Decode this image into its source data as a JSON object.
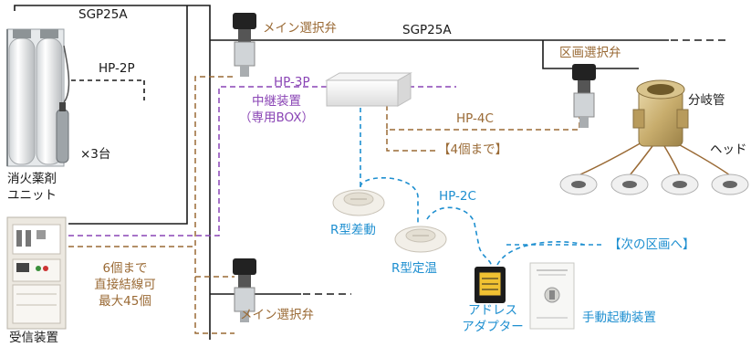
{
  "colors": {
    "black_line": "#1a1a1a",
    "brown_line": "#9a6a35",
    "purple_line": "#8a45b5",
    "blue_line": "#1e8fd0"
  },
  "labels": {
    "pipe_top_left": "SGP25A",
    "pipe_top_right": "SGP25A",
    "hp2p": "HP-2P",
    "hp3p": "HP-3P",
    "relay_device": "中継装置",
    "relay_box": "（専用BOX）",
    "main_valve_top": "メイン選択弁",
    "area_valve": "区画選択弁",
    "branch_pipe": "分岐管",
    "head": "ヘッド",
    "hp4c": "HP-4C",
    "max4": "【4個まで】",
    "times3": "×3台",
    "agent_unit_line1": "消火薬剤",
    "agent_unit_line2": "ユニット",
    "hp2c": "HP-2C",
    "r_diff": "R型差動",
    "r_fixed": "R型定温",
    "next_area": "【次の区画へ】",
    "direct_line1": "6個まで",
    "direct_line2": "直接結線可",
    "direct_line3": "最大45個",
    "main_valve_bottom": "メイン選択弁",
    "address_line1": "アドレス",
    "address_line2": "アダプター",
    "manual_start": "手動起動装置",
    "receiver": "受信装置"
  },
  "icons": [
    "cylinder-unit-icon",
    "gas-bottle-icon",
    "receiver-panel-icon",
    "valve-icon",
    "relay-box-icon",
    "branch-pipe-icon",
    "discharge-head-icon",
    "smoke-detector-icon",
    "heat-detector-icon",
    "address-adapter-icon",
    "manual-start-device-icon"
  ]
}
